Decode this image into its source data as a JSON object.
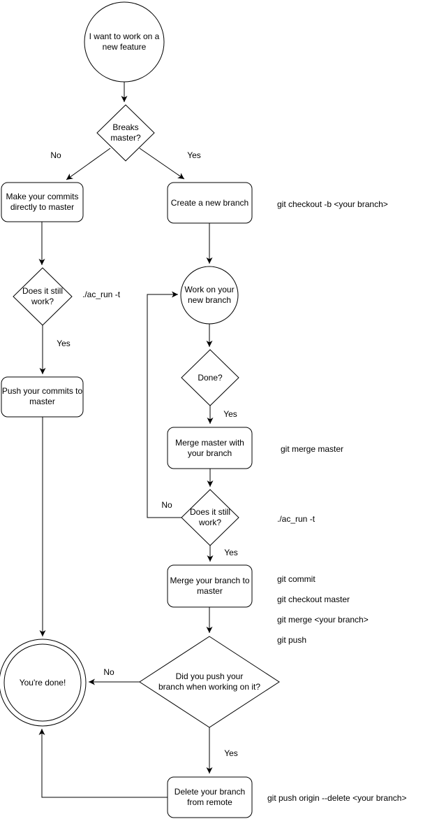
{
  "title": "Git branching workflow flowchart",
  "colors": {
    "stroke": "#000000",
    "node_fill": "#ffffff",
    "text": "#000000",
    "background": "#ffffff"
  },
  "nodes": {
    "start": {
      "label": "I want to work on a\nnew feature",
      "shape": "circle"
    },
    "breaks_master": {
      "label": "Breaks\nmaster?",
      "shape": "diamond"
    },
    "make_commits": {
      "label": "Make your commits\ndirectly to master",
      "shape": "rounded-rect"
    },
    "create_branch": {
      "label": "Create a new branch",
      "shape": "rounded-rect"
    },
    "does_it_work_1": {
      "label": "Does it still\nwork?",
      "shape": "diamond"
    },
    "push_commits": {
      "label": "Push your commits to\nmaster",
      "shape": "rounded-rect"
    },
    "work_branch": {
      "label": "Work on your\nnew branch",
      "shape": "circle"
    },
    "done": {
      "label": "Done?",
      "shape": "diamond"
    },
    "merge_master": {
      "label": "Merge master with\nyour branch",
      "shape": "rounded-rect"
    },
    "does_it_work_2": {
      "label": "Does it still\nwork?",
      "shape": "diamond"
    },
    "merge_branch": {
      "label": "Merge your branch to\nmaster",
      "shape": "rounded-rect"
    },
    "did_you_push": {
      "label": "Did you push your\nbranch when working on it?",
      "shape": "diamond"
    },
    "youre_done": {
      "label": "You're done!",
      "shape": "double-circle"
    },
    "delete_branch": {
      "label": "Delete your branch\nfrom remote",
      "shape": "rounded-rect"
    }
  },
  "edge_labels": {
    "no_breaks": "No",
    "yes_breaks": "Yes",
    "yes_still_works_left": "Yes",
    "yes_done": "Yes",
    "no_loop": "No",
    "yes_still_works_right": "Yes",
    "no_pushed": "No",
    "yes_pushed": "Yes"
  },
  "annotations": {
    "checkout": "git checkout -b <your branch>",
    "ac_run_1": "./ac_run -t",
    "merge_master": "git merge master",
    "ac_run_2": "./ac_run -t",
    "merge_branch": [
      "git commit",
      "git checkout master",
      "git merge <your branch>",
      "git push"
    ],
    "delete_remote": "git push origin --delete <your branch>"
  }
}
